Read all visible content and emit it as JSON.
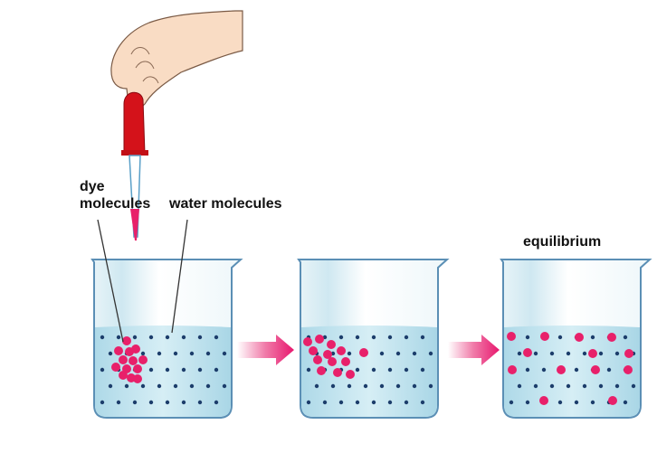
{
  "labels": {
    "dye": "dye molecules",
    "dye_line1": "dye",
    "dye_line2": "molecules",
    "water": "water molecules",
    "equilibrium": "equilibrium"
  },
  "colors": {
    "dye": "#e8206a",
    "water_dot": "#1c3d6b",
    "liquid": "#c2e5f0",
    "dropper_bulb": "#d4121a",
    "arrow": "#e8186e"
  }
}
